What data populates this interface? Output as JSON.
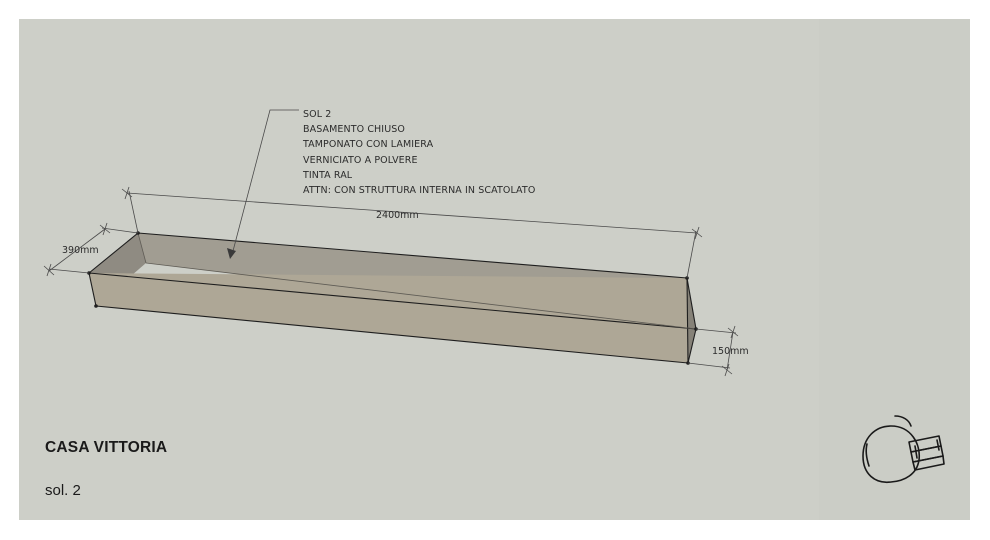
{
  "note": {
    "lines": [
      "SOL 2",
      "BASAMENTO CHIUSO",
      "TAMPONATO CON LAMIERA",
      "VERNICIATO A POLVERE",
      "TINTA RAL",
      "ATTN: CON STRUTTURA INTERNA IN SCATOLATO"
    ]
  },
  "dimensions": {
    "length": "2400mm",
    "width": "390mm",
    "height": "150mm"
  },
  "project": {
    "title": "CASA VITTORIA",
    "subtitle": "sol. 2"
  },
  "colors": {
    "background": "#cdcfc8",
    "box_fill": "#a9a496",
    "line": "#1e1e1e"
  },
  "icons": {
    "logo": "stone-with-plank-logo-icon"
  }
}
